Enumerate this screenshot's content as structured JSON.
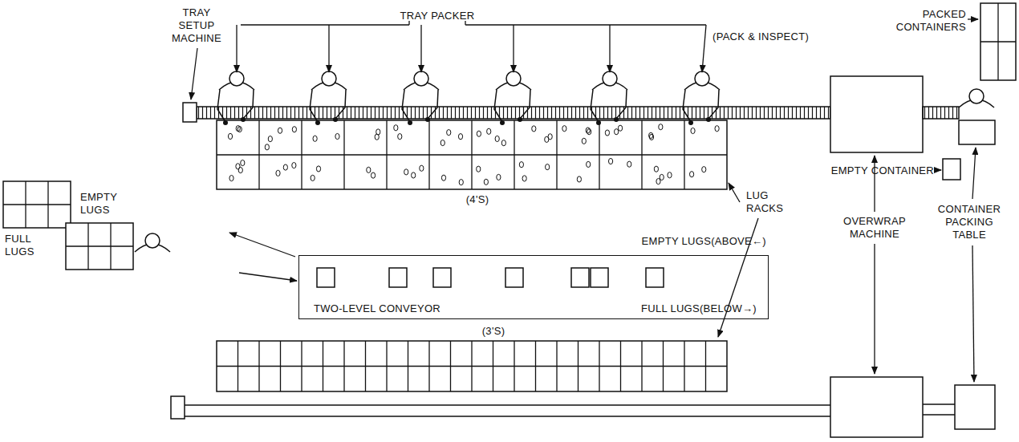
{
  "diagram": {
    "nodes": [
      {
        "text": [
          "EMPTY LUGS(ABOVE←)",
          "TWO-LEVEL CONVEYOR",
          "FULL LUGS(BELOW→)"
        ]
      }
    ],
    "labels": [
      "TRAY SETUP MACHINE",
      "TRAY PACKER",
      "(PACK & INSPECT)",
      "EMPTY LUGS",
      "FULL LUGS",
      "(4'S)",
      "LUG RACKS",
      "(3'S)",
      "OVERWRAP MACHINE",
      "CONTAINER PACKING TABLE",
      "EMPTY CONTAINER",
      "PACKED CONTAINERS"
    ]
  }
}
